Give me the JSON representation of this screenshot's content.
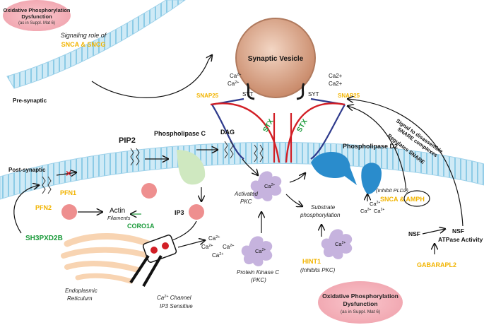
{
  "ox_top": {
    "line1": "Oxidative Phosphorylation",
    "line2": "Dysfunction",
    "line3": "(as in Suppl. Mat 6)"
  },
  "ox_bottom": {
    "line1": "Oxidative Phosphorylation",
    "line2": "Dysfunction",
    "line3": "(as in Suppl. Mat 6)"
  },
  "signaling": {
    "line1": "Signaling role of",
    "line2": "SNCA & SNCG"
  },
  "labels": {
    "pre_synaptic": "Pre-synaptic",
    "post_synaptic": "Post-synaptic",
    "synaptic_vesicle": "Synaptic Vesicle",
    "ca2": "Ca",
    "ca2_plus": "Ca2+",
    "syt": "SYT",
    "snap25": "SNAP25",
    "stx": "STX",
    "pip2": "PIP2",
    "phospholipase_c": "Phospholipase C",
    "dag": "DAG",
    "phospholipase_d2": "Phospholipase D2",
    "pfn1": "PFN1",
    "pfn2": "PFN2",
    "actin": "Actin",
    "filaments": "Filaments",
    "coro1a": "CORO1A",
    "sh3pxd2b": "SH3PXD2B",
    "ip3": "IP3",
    "activated_pkc_1": "Activated",
    "activated_pkc_2": "PKC",
    "substrate_1": "Substrate",
    "substrate_2": "phosphorylation",
    "pkc_1": "Protein Kinase C",
    "pkc_2": "(PKC)",
    "hint1": "HINT1",
    "inhibits_pkc": "(Inhibits PKC)",
    "inhibit_pld2": "(Inhibit PLD2)",
    "snca_amph": "SNCA & AMPH",
    "signal_disassemble_1": "Signal to disassemble",
    "signal_disassemble_2": "SNARE complexes",
    "regulates_snare": "Regulates SNARE",
    "nsf": "NSF",
    "nsf_atpase_1": "NSF",
    "nsf_atpase_2": "ATPase Activity",
    "gabarapl2": "GABARAPL2",
    "er_1": "Endoplasmic",
    "er_2": "Reticulum",
    "channel_1": "Channel",
    "channel_2": "IP3 Sensitive",
    "sup": "2+"
  },
  "colors": {
    "membrane": "#bfe3f2",
    "vesicle": "#d9a488",
    "er": "#f7cda5",
    "yellow": "#f2b400",
    "green": "#1a9a3a",
    "purple": "#c6b3de",
    "blue": "#2a8ccc",
    "pink": "#f4b3bb",
    "salmon": "#ee8f8f",
    "lightgreen": "#cfe8c0",
    "red": "#d21f26",
    "navy": "#2e3a8c"
  }
}
